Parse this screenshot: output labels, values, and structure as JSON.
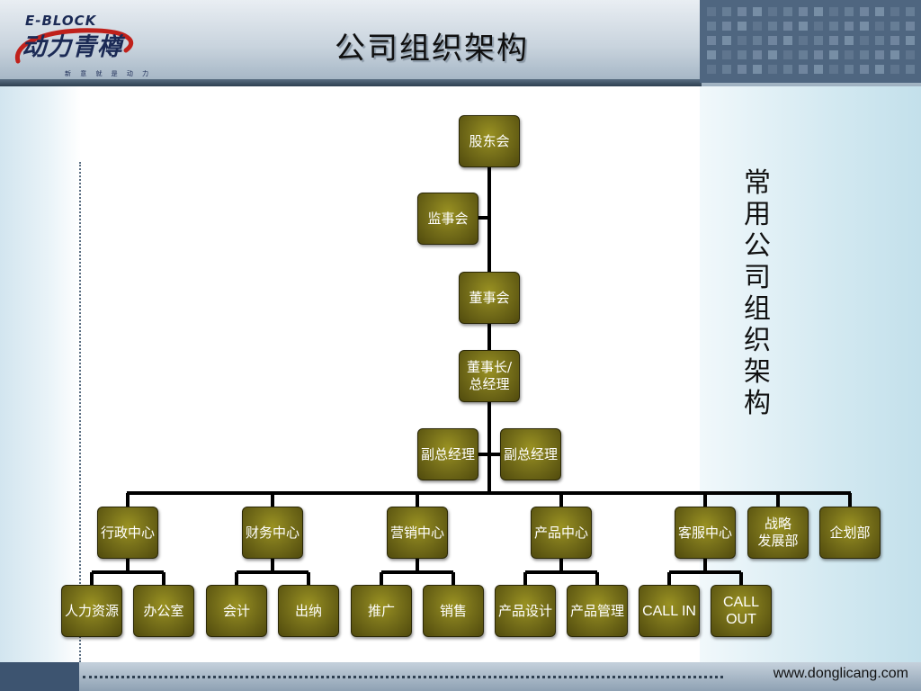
{
  "header": {
    "logo_small": "E-BLOCK",
    "logo_main": "动力青樽",
    "logo_tag": "新 意 就 是 动 力",
    "title": "公司组织架构"
  },
  "side_title": "常用公司组织架构",
  "footer": {
    "url": "www.donglicang.com"
  },
  "colors": {
    "box_fill": "#6e6816",
    "box_border": "#2a2706",
    "line": "#000000",
    "header_bg": "#c8d3dd",
    "accent_band": "#c3e0eb"
  },
  "org": {
    "shareholders": "股东会",
    "supervisors": "监事会",
    "board": "董事会",
    "chairman": "董事长/\n总经理",
    "deputy_left": "副总经理",
    "deputy_right": "副总经理",
    "departments": [
      {
        "name": "行政中心",
        "children": [
          "人力资源",
          "办公室"
        ]
      },
      {
        "name": "财务中心",
        "children": [
          "会计",
          "出纳"
        ]
      },
      {
        "name": "营销中心",
        "children": [
          "推广",
          "销售"
        ]
      },
      {
        "name": "产品中心",
        "children": [
          "产品设计",
          "产品管理"
        ]
      },
      {
        "name": "客服中心",
        "children": [
          "CALL IN",
          "CALL\nOUT"
        ]
      },
      {
        "name": "战略\n发展部",
        "children": []
      },
      {
        "name": "企划部",
        "children": []
      }
    ]
  }
}
